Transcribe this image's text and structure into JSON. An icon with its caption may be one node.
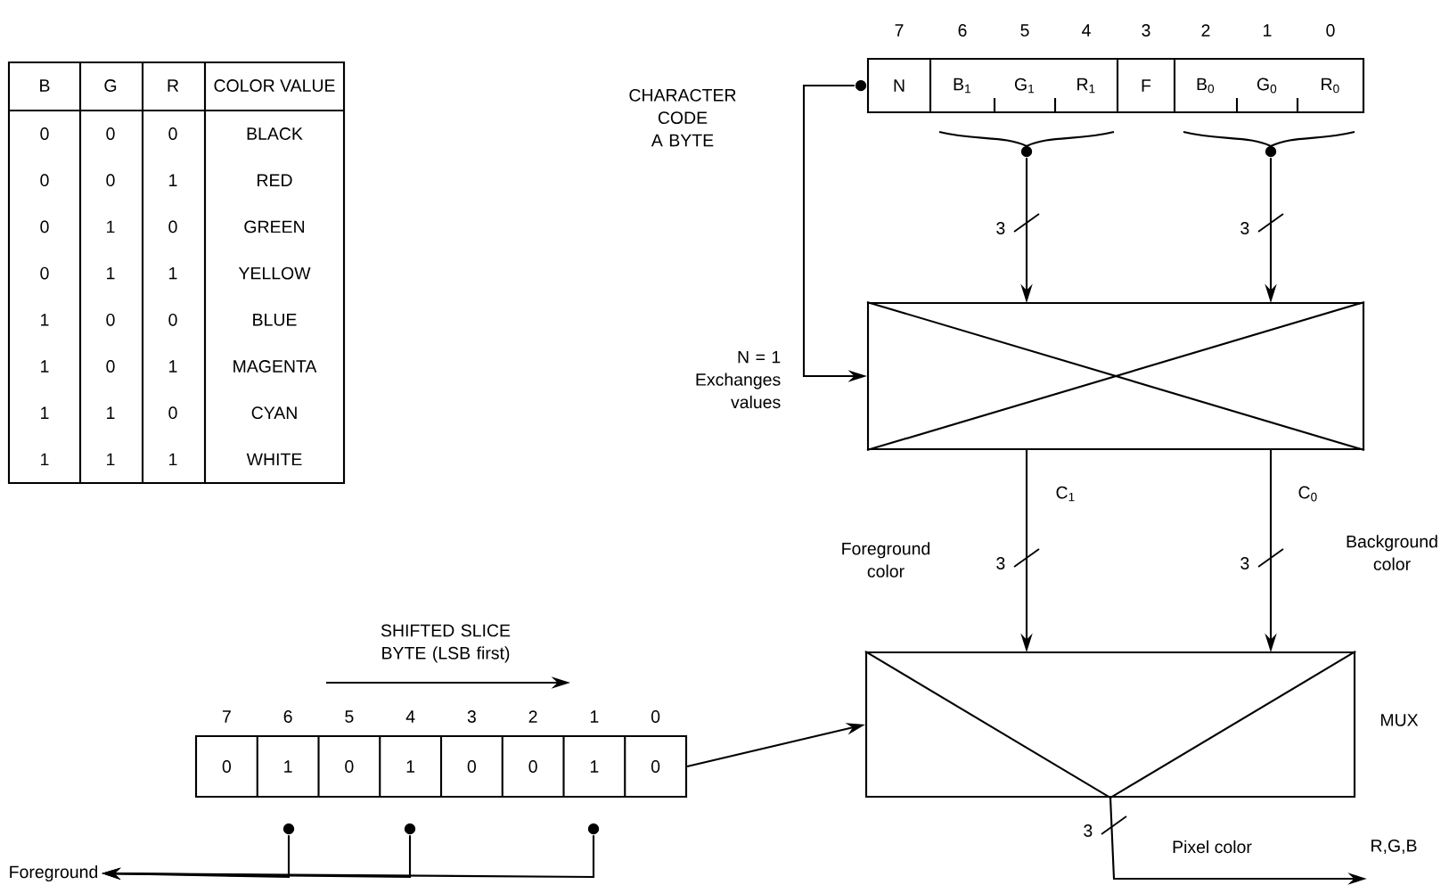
{
  "diagram": {
    "nodes": [
      {
        "text": [],
        "shape": "box"
      },
      {
        "text": [
          "N"
        ],
        "in": 0
      },
      {
        "text": [
          "B$_{1}$"
        ],
        "in": 0
      },
      {
        "text": [
          "G$_{1}$"
        ],
        "in": 0
      },
      {
        "text": [
          "R$_{1}$"
        ],
        "in": 0
      },
      {
        "text": [
          "F"
        ],
        "in": 0
      },
      {
        "text": [
          "B$_{0}$"
        ],
        "in": 0
      },
      {
        "text": [
          "G$_{0}$"
        ],
        "in": 0
      },
      {
        "text": [
          "R$_{0}$"
        ],
        "in": 0
      },
      {
        "text": [],
        "shape": "box"
      },
      {
        "text": [],
        "shape": "box",
        "beside": [
          "MUX"
        ]
      },
      {
        "text": [
          "SHIFTED SLICE BYTE (LSB first)"
        ]
      },
      {
        "text": [
          "0"
        ],
        "in": 11
      },
      {
        "text": [
          "1"
        ],
        "in": 11
      },
      {
        "text": [
          "0"
        ],
        "in": 11
      },
      {
        "text": [
          "1"
        ],
        "in": 11
      },
      {
        "text": [
          "0"
        ],
        "in": 11
      },
      {
        "text": [
          "0"
        ],
        "in": 11
      },
      {
        "text": [
          "1"
        ],
        "in": 11
      },
      {
        "text": [
          "0"
        ],
        "in": 11
      },
      {
        "text": [
          "Foreground"
        ]
      },
      {
        "text": [
          "R,G,B"
        ]
      },
      {
        "text": [],
        "shape": "circle"
      },
      {
        "text": [],
        "shape": "circle"
      },
      {
        "text": [],
        "shape": "circle"
      },
      {
        "text": [],
        "shape": "circle"
      },
      {
        "text": [],
        "shape": "circle"
      },
      {
        "text": [],
        "shape": "circle"
      }
    ],
    "edges": [
      {
        "from": 22,
        "to": 9,
        "arrow": "to",
        "label": "N = 1 Exchanges values"
      },
      {
        "from": 23,
        "to": 9,
        "arrow": "to",
        "label": "3"
      },
      {
        "from": 24,
        "to": 9,
        "arrow": "to",
        "label": "3"
      },
      {
        "from": 9,
        "to": 10,
        "arrow": "to",
        "label": "3"
      },
      {
        "from": 9,
        "to": 10,
        "arrow": "to",
        "label": "3"
      },
      {
        "from": 11,
        "to": 10,
        "arrow": "to"
      },
      {
        "from": 25,
        "to": 20,
        "arrow": "to"
      },
      {
        "from": 26,
        "to": 20,
        "arrow": "to"
      },
      {
        "from": 27,
        "to": 20,
        "arrow": "to"
      },
      {
        "from": 10,
        "to": 21,
        "arrow": "to",
        "label": "3"
      }
    ],
    "labels": [
      "7",
      "6",
      "5",
      "4",
      "3",
      "2",
      "1",
      "0",
      "CHARACTER CODE A BYTE",
      "B",
      "G",
      "R",
      "COLOR VALUE",
      "0",
      "0",
      "0",
      "BLACK",
      "0",
      "0",
      "1",
      "RED",
      "0",
      "1",
      "0",
      "GREEN",
      "0",
      "1",
      "1",
      "YELLOW",
      "1",
      "0",
      "0",
      "BLUE",
      "1",
      "0",
      "1",
      "MAGENTA",
      "1",
      "1",
      "0",
      "CYAN",
      "1",
      "1",
      "1",
      "WHITE",
      "C$_{1}$",
      "C$_{0}$",
      "Foreground color",
      "Background color",
      "7",
      "6",
      "5",
      "4",
      "3",
      "2",
      "1",
      "0",
      "Pixel color"
    ]
  }
}
